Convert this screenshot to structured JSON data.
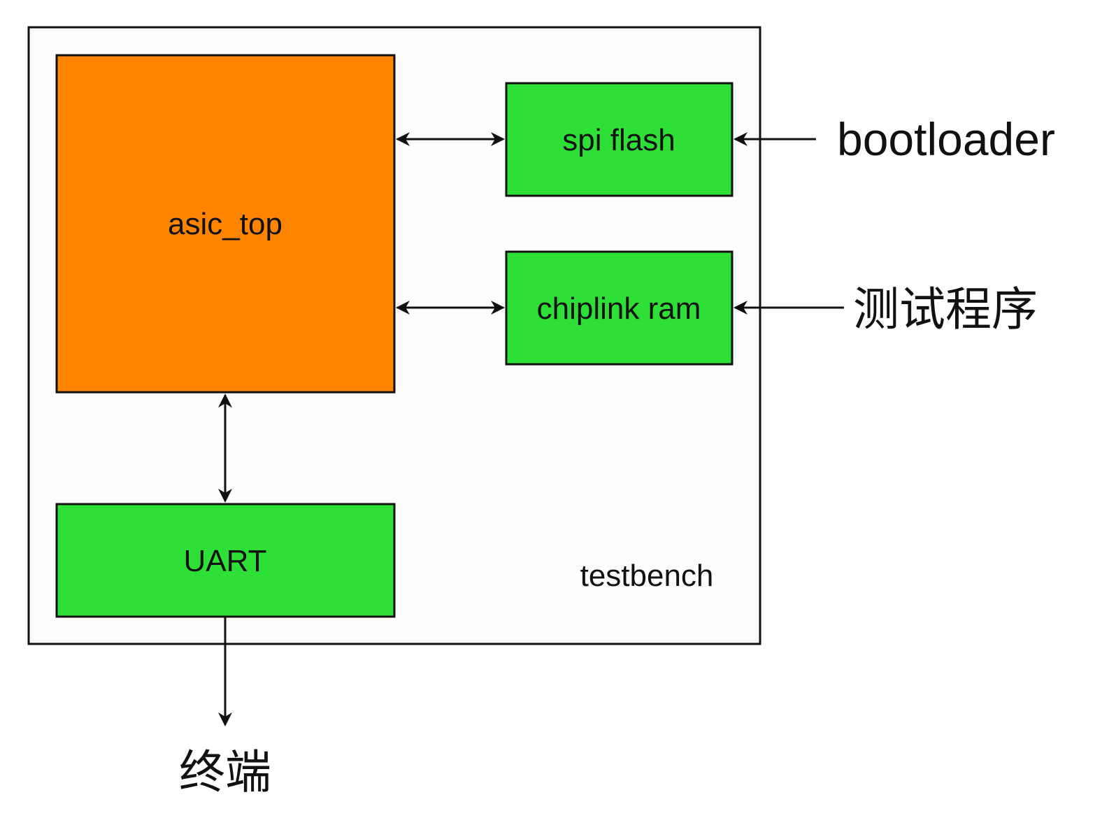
{
  "colors": {
    "asic_fill": "#ff8400",
    "module_fill": "#2ddf36",
    "stroke": "#111111",
    "container_fill": "#fdfdfd"
  },
  "container": {
    "label": "testbench"
  },
  "blocks": {
    "asic_top": "asic_top",
    "spi_flash": "spi flash",
    "chiplink_ram": "chiplink ram",
    "uart": "UART"
  },
  "external": {
    "bootloader": "bootloader",
    "test_program": "测试程序",
    "terminal": "终端"
  }
}
